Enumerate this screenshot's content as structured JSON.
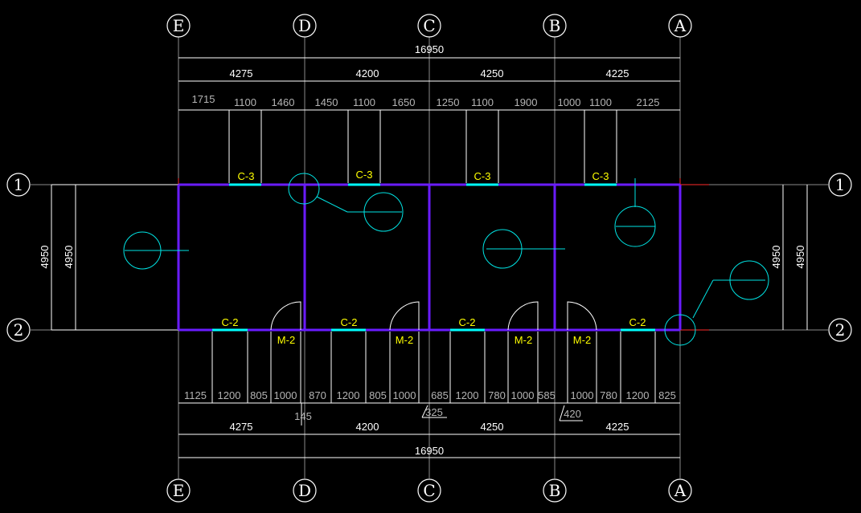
{
  "axes": {
    "columns": [
      "E",
      "D",
      "C",
      "B",
      "A"
    ],
    "rows": [
      "1",
      "2"
    ]
  },
  "dimensions": {
    "total": "16950",
    "bays": [
      "4275",
      "4200",
      "4250",
      "4225"
    ],
    "top_openings": [
      "1715",
      "1100",
      "1460",
      "1450",
      "1100",
      "1650",
      "1250",
      "1100",
      "1900",
      "1000",
      "1100",
      "2125"
    ],
    "bottom_openings": [
      "1125",
      "1200",
      "805",
      "1000",
      "870",
      "1200",
      "805",
      "1000",
      "685",
      "1200",
      "780",
      "1000",
      "585",
      "1000",
      "780",
      "1200",
      "825"
    ],
    "extras": [
      "145",
      "325",
      "420"
    ],
    "height_left": [
      "4950",
      "4950"
    ],
    "height_right": [
      "4950",
      "4950"
    ]
  },
  "tags": {
    "window_top": "C-3",
    "window_bottom": "C-2",
    "door": "M-2"
  },
  "colors": {
    "background": "#000000",
    "wall": "#6a1cff",
    "axis": "#8a8a8a",
    "dim_line": "#ffffff",
    "window": "#00ffff",
    "tag": "#ffff00",
    "leader": "#00e5e5",
    "axis_ext": "#ff2a2a"
  }
}
